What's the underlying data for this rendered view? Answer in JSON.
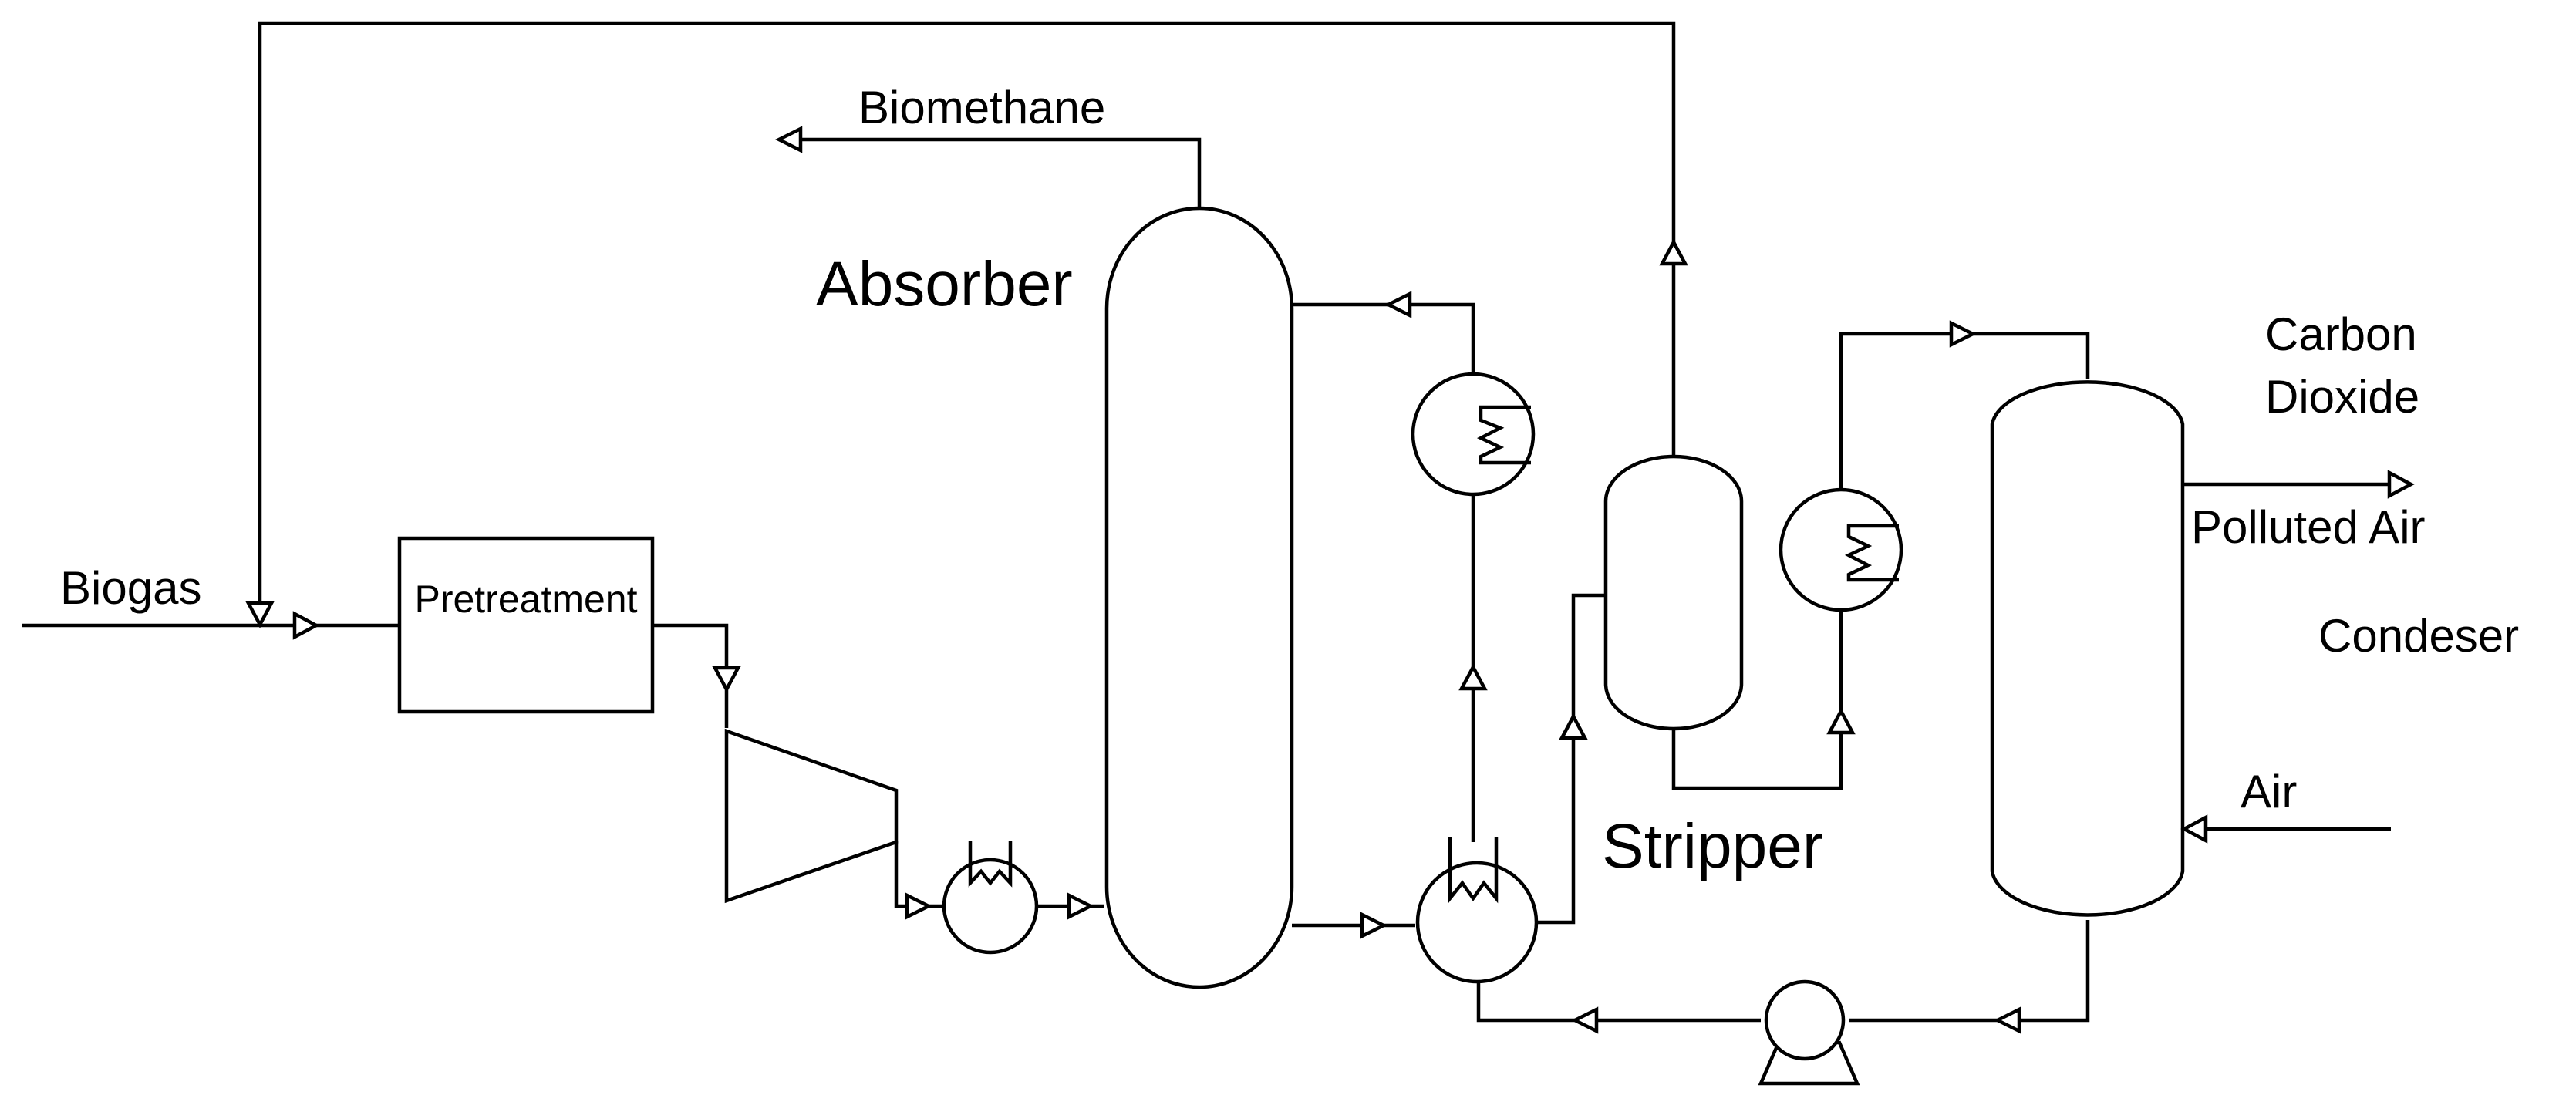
{
  "labels": {
    "biogas": "Biogas",
    "pretreatment": "Pretreatment",
    "biomethane": "Biomethane",
    "absorber": "Absorber",
    "stripper": "Stripper",
    "carbon": "Carbon",
    "dioxide": "Dioxide",
    "polluted_air": "Polluted Air",
    "condeser": "Condeser",
    "air": "Air"
  }
}
